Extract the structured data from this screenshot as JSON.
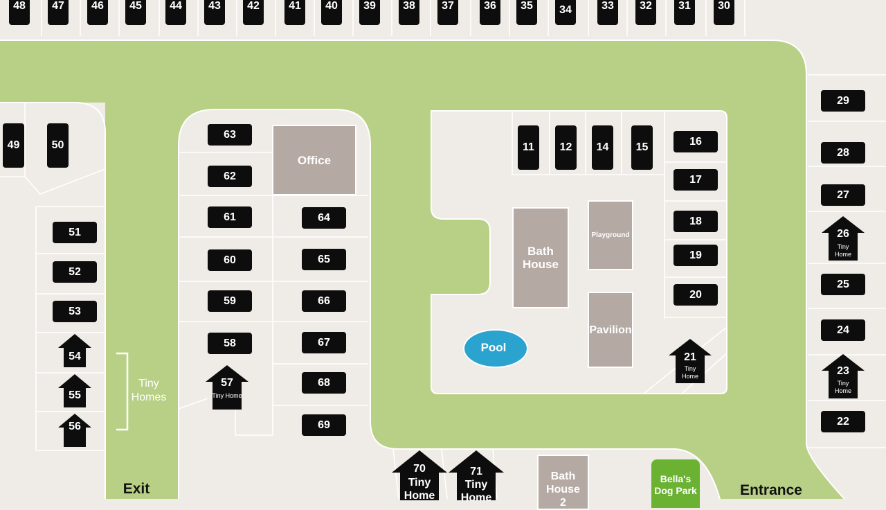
{
  "colors": {
    "grass": "#b8d086",
    "ground": "#efebe6",
    "site": "#0d0d0d",
    "building": "#b5a9a3",
    "pool": "#2aa3cf",
    "dog_park": "#6bb233"
  },
  "top_row_sites": [
    "48",
    "47",
    "46",
    "45",
    "44",
    "43",
    "42",
    "41",
    "40",
    "39",
    "38",
    "37",
    "36",
    "35",
    "34",
    "33",
    "32",
    "31",
    "30"
  ],
  "right_column_sites": [
    "29",
    "28",
    "27",
    "25",
    "24",
    "22"
  ],
  "left_sites": [
    "49",
    "50",
    "51",
    "52",
    "53"
  ],
  "middle_sites": [
    "63",
    "62",
    "61",
    "60",
    "59",
    "58",
    "64",
    "65",
    "66",
    "67",
    "68",
    "69"
  ],
  "center_sites_vertical": [
    "11",
    "12",
    "14",
    "15"
  ],
  "center_sites": [
    "16",
    "17",
    "18",
    "19",
    "20"
  ],
  "tiny_home_sites": {
    "s54": "54",
    "s55": "55",
    "s56": "56",
    "s57": "57",
    "s21": "21",
    "s26": "26",
    "s23": "23",
    "s70": "70",
    "s71": "71"
  },
  "tiny_home_text": "Tiny Home",
  "tiny_home_words": [
    "Tiny",
    "Home"
  ],
  "buildings": {
    "office": "Office",
    "bath_house_line1": "Bath",
    "bath_house_line2": "House",
    "playground": "Playground",
    "pavilion": "Pavilion",
    "pool": "Pool",
    "bath_house_2_line1": "Bath",
    "bath_house_2_line2": "House",
    "bath_house_2_line3": "2",
    "dog_park_line1": "Bella's",
    "dog_park_line2": "Dog Park"
  },
  "labels": {
    "tiny_homes_line1": "Tiny",
    "tiny_homes_line2": "Homes",
    "exit": "Exit",
    "entrance": "Entrance"
  }
}
